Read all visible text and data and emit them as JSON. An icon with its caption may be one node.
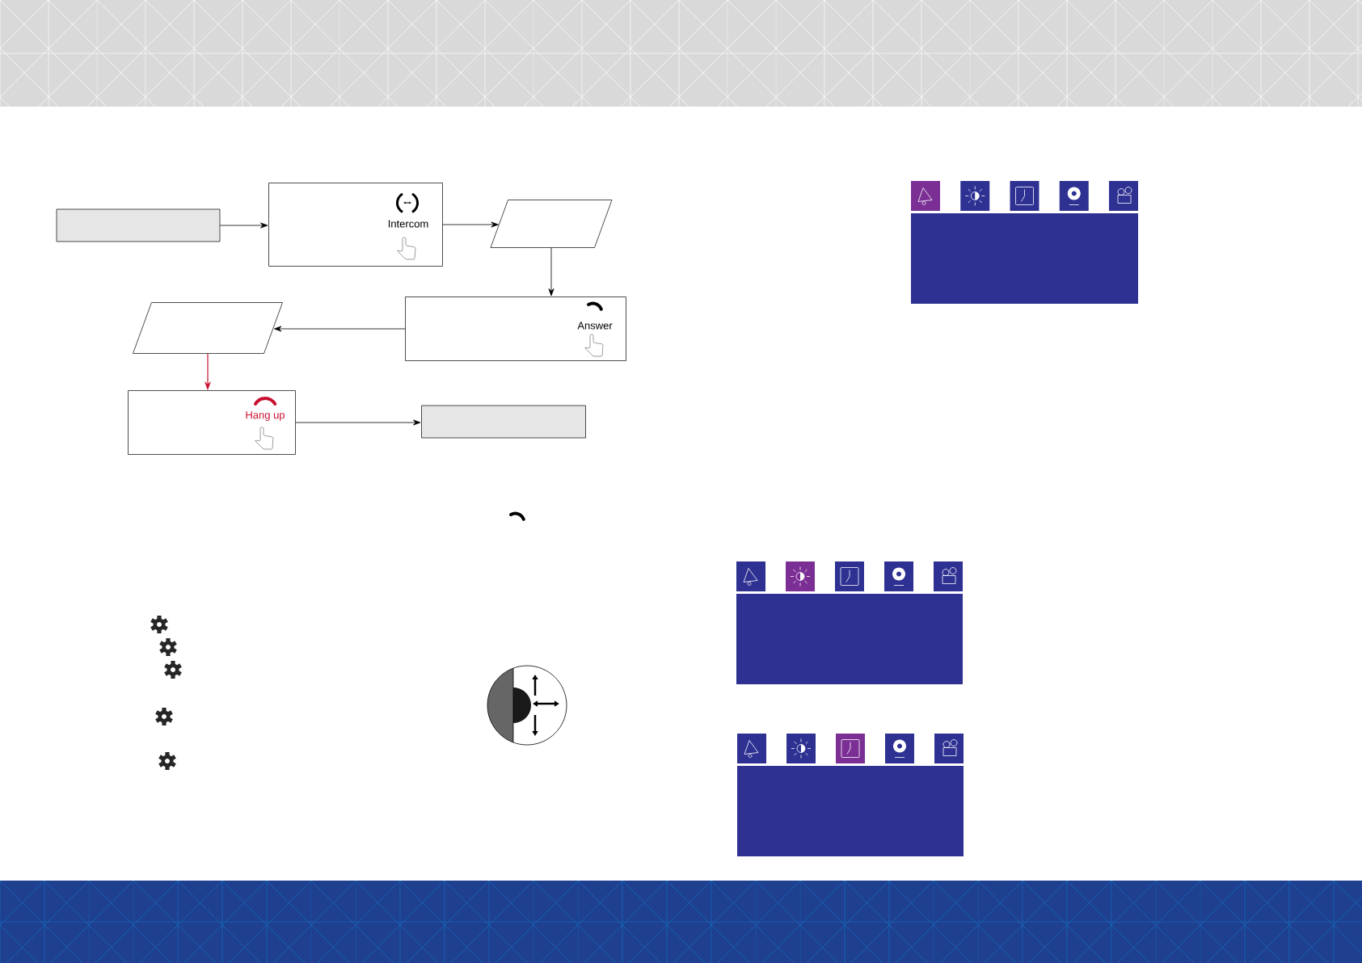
{
  "diagram": {
    "nodes": [
      {
        "text": [],
        "shape": "box"
      },
      {
        "text": [
          "Intercom"
        ]
      },
      {
        "text": [],
        "shape": "parallelogram"
      },
      {
        "text": [
          "Answer"
        ]
      },
      {
        "text": [],
        "shape": "parallelogram"
      },
      {
        "text": [
          "Hang up"
        ]
      },
      {
        "text": [],
        "shape": "box"
      }
    ],
    "edges": [
      {
        "from": 0,
        "to": 1,
        "arrow": "to"
      },
      {
        "from": 1,
        "to": 2,
        "arrow": "to"
      },
      {
        "from": 2,
        "to": 3,
        "arrow": "to"
      },
      {
        "from": 3,
        "to": 4,
        "arrow": "to"
      },
      {
        "from": 4,
        "to": 5,
        "arrow": "to",
        "color": "#c8102e"
      },
      {
        "from": 5,
        "to": 6,
        "arrow": "to"
      }
    ]
  }
}
